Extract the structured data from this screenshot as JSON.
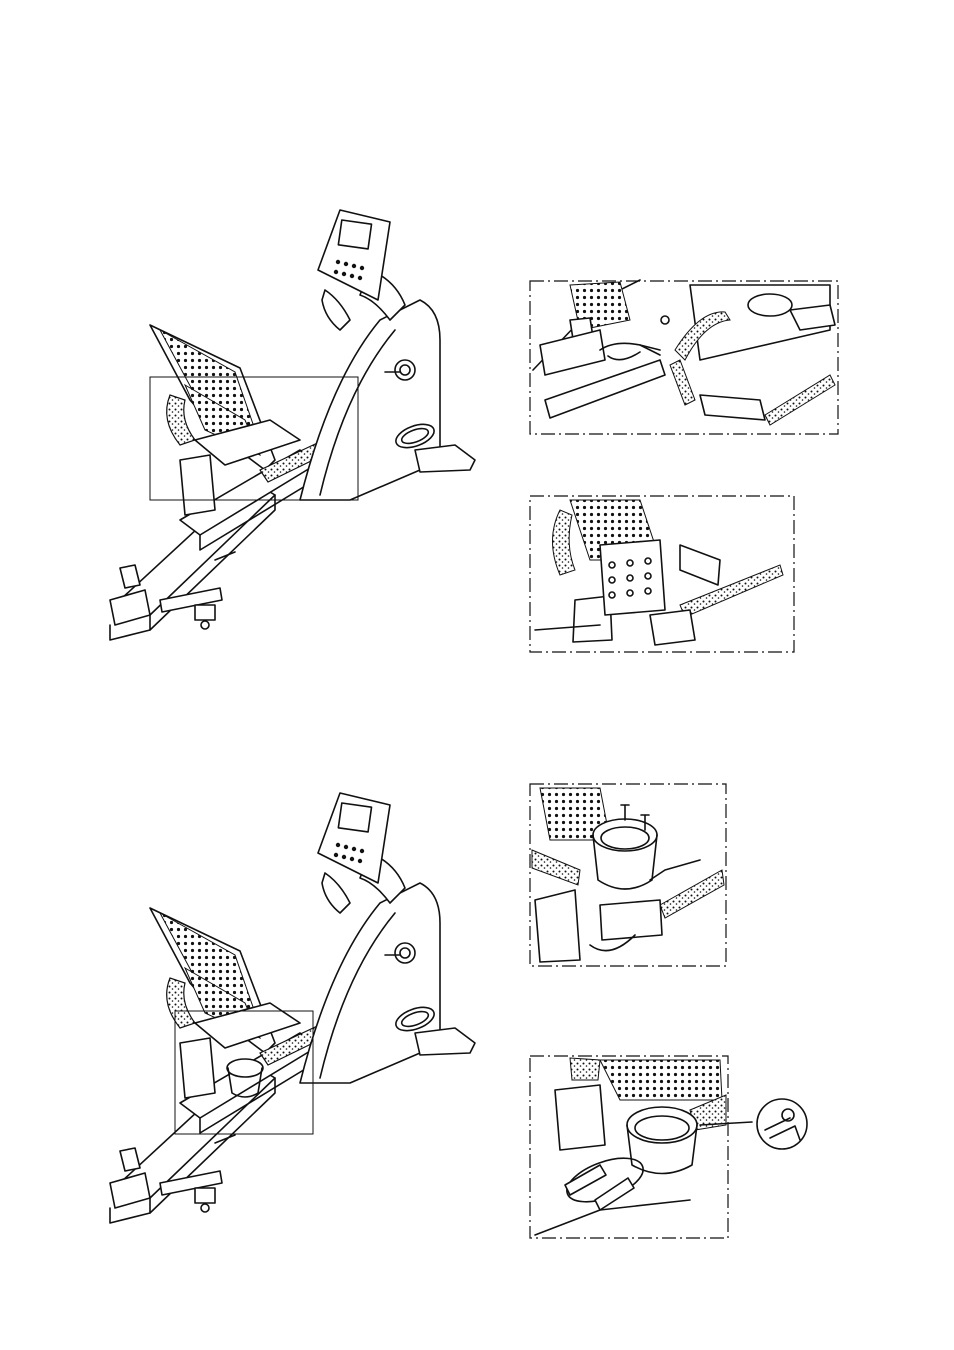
{
  "page": {
    "background": "#ffffff",
    "line_color": "#111111"
  },
  "figures": [
    {
      "id": "bike-overview-handlebars",
      "icon": "recumbent-bike-illustration",
      "callout": "rectangle-highlight-seat-area"
    },
    {
      "id": "detail-handlebar-cable-connection",
      "icon": "handlebar-cable-detail"
    },
    {
      "id": "detail-handlebar-bolts",
      "icon": "handlebar-bolt-detail"
    },
    {
      "id": "bike-overview-cup-holder",
      "icon": "recumbent-bike-illustration",
      "callout": "rectangle-highlight-cup-holder"
    },
    {
      "id": "detail-cup-holder-screws",
      "icon": "cup-holder-screw-detail"
    },
    {
      "id": "detail-cup-holder-tightening",
      "icon": "cup-holder-tighten-detail",
      "inset": "screwdriver-bit-inset"
    }
  ]
}
